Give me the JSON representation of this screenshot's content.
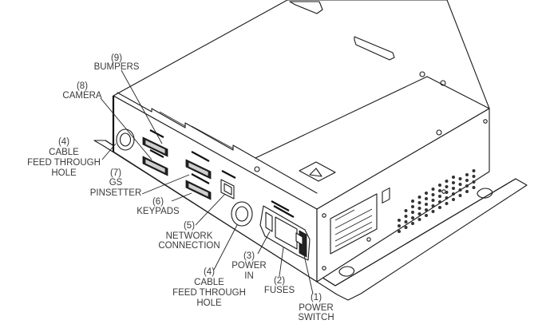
{
  "figure": {
    "description": "Isometric line drawing of an electronics control box with numbered callouts",
    "colors": {
      "line": "#1a1a1a",
      "label_text": "#3a3a3a",
      "background": "#ffffff"
    }
  },
  "callouts": [
    {
      "id": "bumpers",
      "number": "(9)",
      "lines": [
        "BUMPERS"
      ]
    },
    {
      "id": "camera",
      "number": "(8)",
      "lines": [
        "CAMERA"
      ]
    },
    {
      "id": "cable-hole-left",
      "number": "(4)",
      "lines": [
        "CABLE",
        "FEED THROUGH",
        "HOLE"
      ]
    },
    {
      "id": "gs-pinsetter",
      "number": "(7)",
      "lines": [
        "GS",
        "PINSETTER"
      ]
    },
    {
      "id": "keypads",
      "number": "(6)",
      "lines": [
        "KEYPADS"
      ]
    },
    {
      "id": "network-connection",
      "number": "(5)",
      "lines": [
        "NETWORK",
        "CONNECTION"
      ]
    },
    {
      "id": "cable-hole-front",
      "number": "(4)",
      "lines": [
        "CABLE",
        "FEED THROUGH",
        "HOLE"
      ]
    },
    {
      "id": "power-in",
      "number": "(3)",
      "lines": [
        "POWER",
        "IN"
      ]
    },
    {
      "id": "fuses",
      "number": "(2)",
      "lines": [
        "FUSES"
      ]
    },
    {
      "id": "power-switch",
      "number": "(1)",
      "lines": [
        "POWER",
        "SWITCH"
      ]
    }
  ]
}
